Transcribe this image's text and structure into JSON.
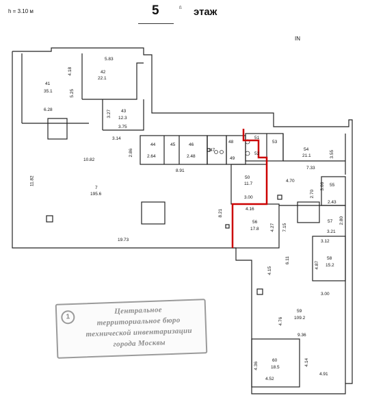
{
  "header": {
    "ceiling_height": "h = 3.10 м",
    "floor_number": "5",
    "floor_word": "этаж",
    "corner_mark": "ß",
    "north_label": "IN"
  },
  "rooms": {
    "r41": {
      "num": "41",
      "area": "35.1"
    },
    "r42": {
      "num": "42",
      "area": "22.1"
    },
    "r43": {
      "num": "43",
      "area": "12.3"
    },
    "r44": {
      "num": "44",
      "area": "2.64"
    },
    "r45": {
      "num": "45"
    },
    "r46": {
      "num": "46",
      "area": "2.48"
    },
    "r47": {
      "num": "47"
    },
    "r48": {
      "num": "48"
    },
    "r49": {
      "num": "49"
    },
    "r50": {
      "num": "50",
      "area": "11.7"
    },
    "r51": {
      "num": "51"
    },
    "r52": {
      "num": "52"
    },
    "r53": {
      "num": "53"
    },
    "r54": {
      "num": "54",
      "area": "21.1"
    },
    "r55": {
      "num": "55"
    },
    "r56": {
      "num": "56",
      "area": "17.8"
    },
    "r57": {
      "num": "57"
    },
    "r58": {
      "num": "58",
      "area": "15.2"
    },
    "r59": {
      "num": "59",
      "area": "109.2"
    },
    "r60": {
      "num": "60",
      "area": "18.5"
    },
    "r7": {
      "num": "7",
      "area": "195.6"
    }
  },
  "dimensions": {
    "d583": "5.83",
    "d418": "4.18",
    "d525": "5.25",
    "d628": "6.28",
    "d327": "3.27",
    "d375": "3.75",
    "d314": "3.14",
    "d1082": "10.82",
    "d286": "2.86",
    "d891": "8.91",
    "d1182": "11.82",
    "d821": "8.21",
    "d1973": "19.73",
    "d300a": "3.00",
    "d416": "4.16",
    "d427": "4.27",
    "d715": "7.15",
    "d733": "7.33",
    "d470": "4.70",
    "d270": "2.70",
    "d243": "2.43",
    "d355": "3.55",
    "d280": "2.80",
    "d321": "3.21",
    "d312": "3.12",
    "d611": "6.11",
    "d487": "4.87",
    "d415": "4.15",
    "d300b": "3.00",
    "d476": "4.76",
    "d936": "9.36",
    "d414": "4.14",
    "d436": "4.36",
    "d452": "4.52",
    "d491": "4.91",
    "d306": "3.06"
  },
  "stamp": {
    "line1": "Центральное",
    "line2": "территориальное бюро",
    "line3": "технической инвентаризации",
    "line4": "города Москвы"
  }
}
